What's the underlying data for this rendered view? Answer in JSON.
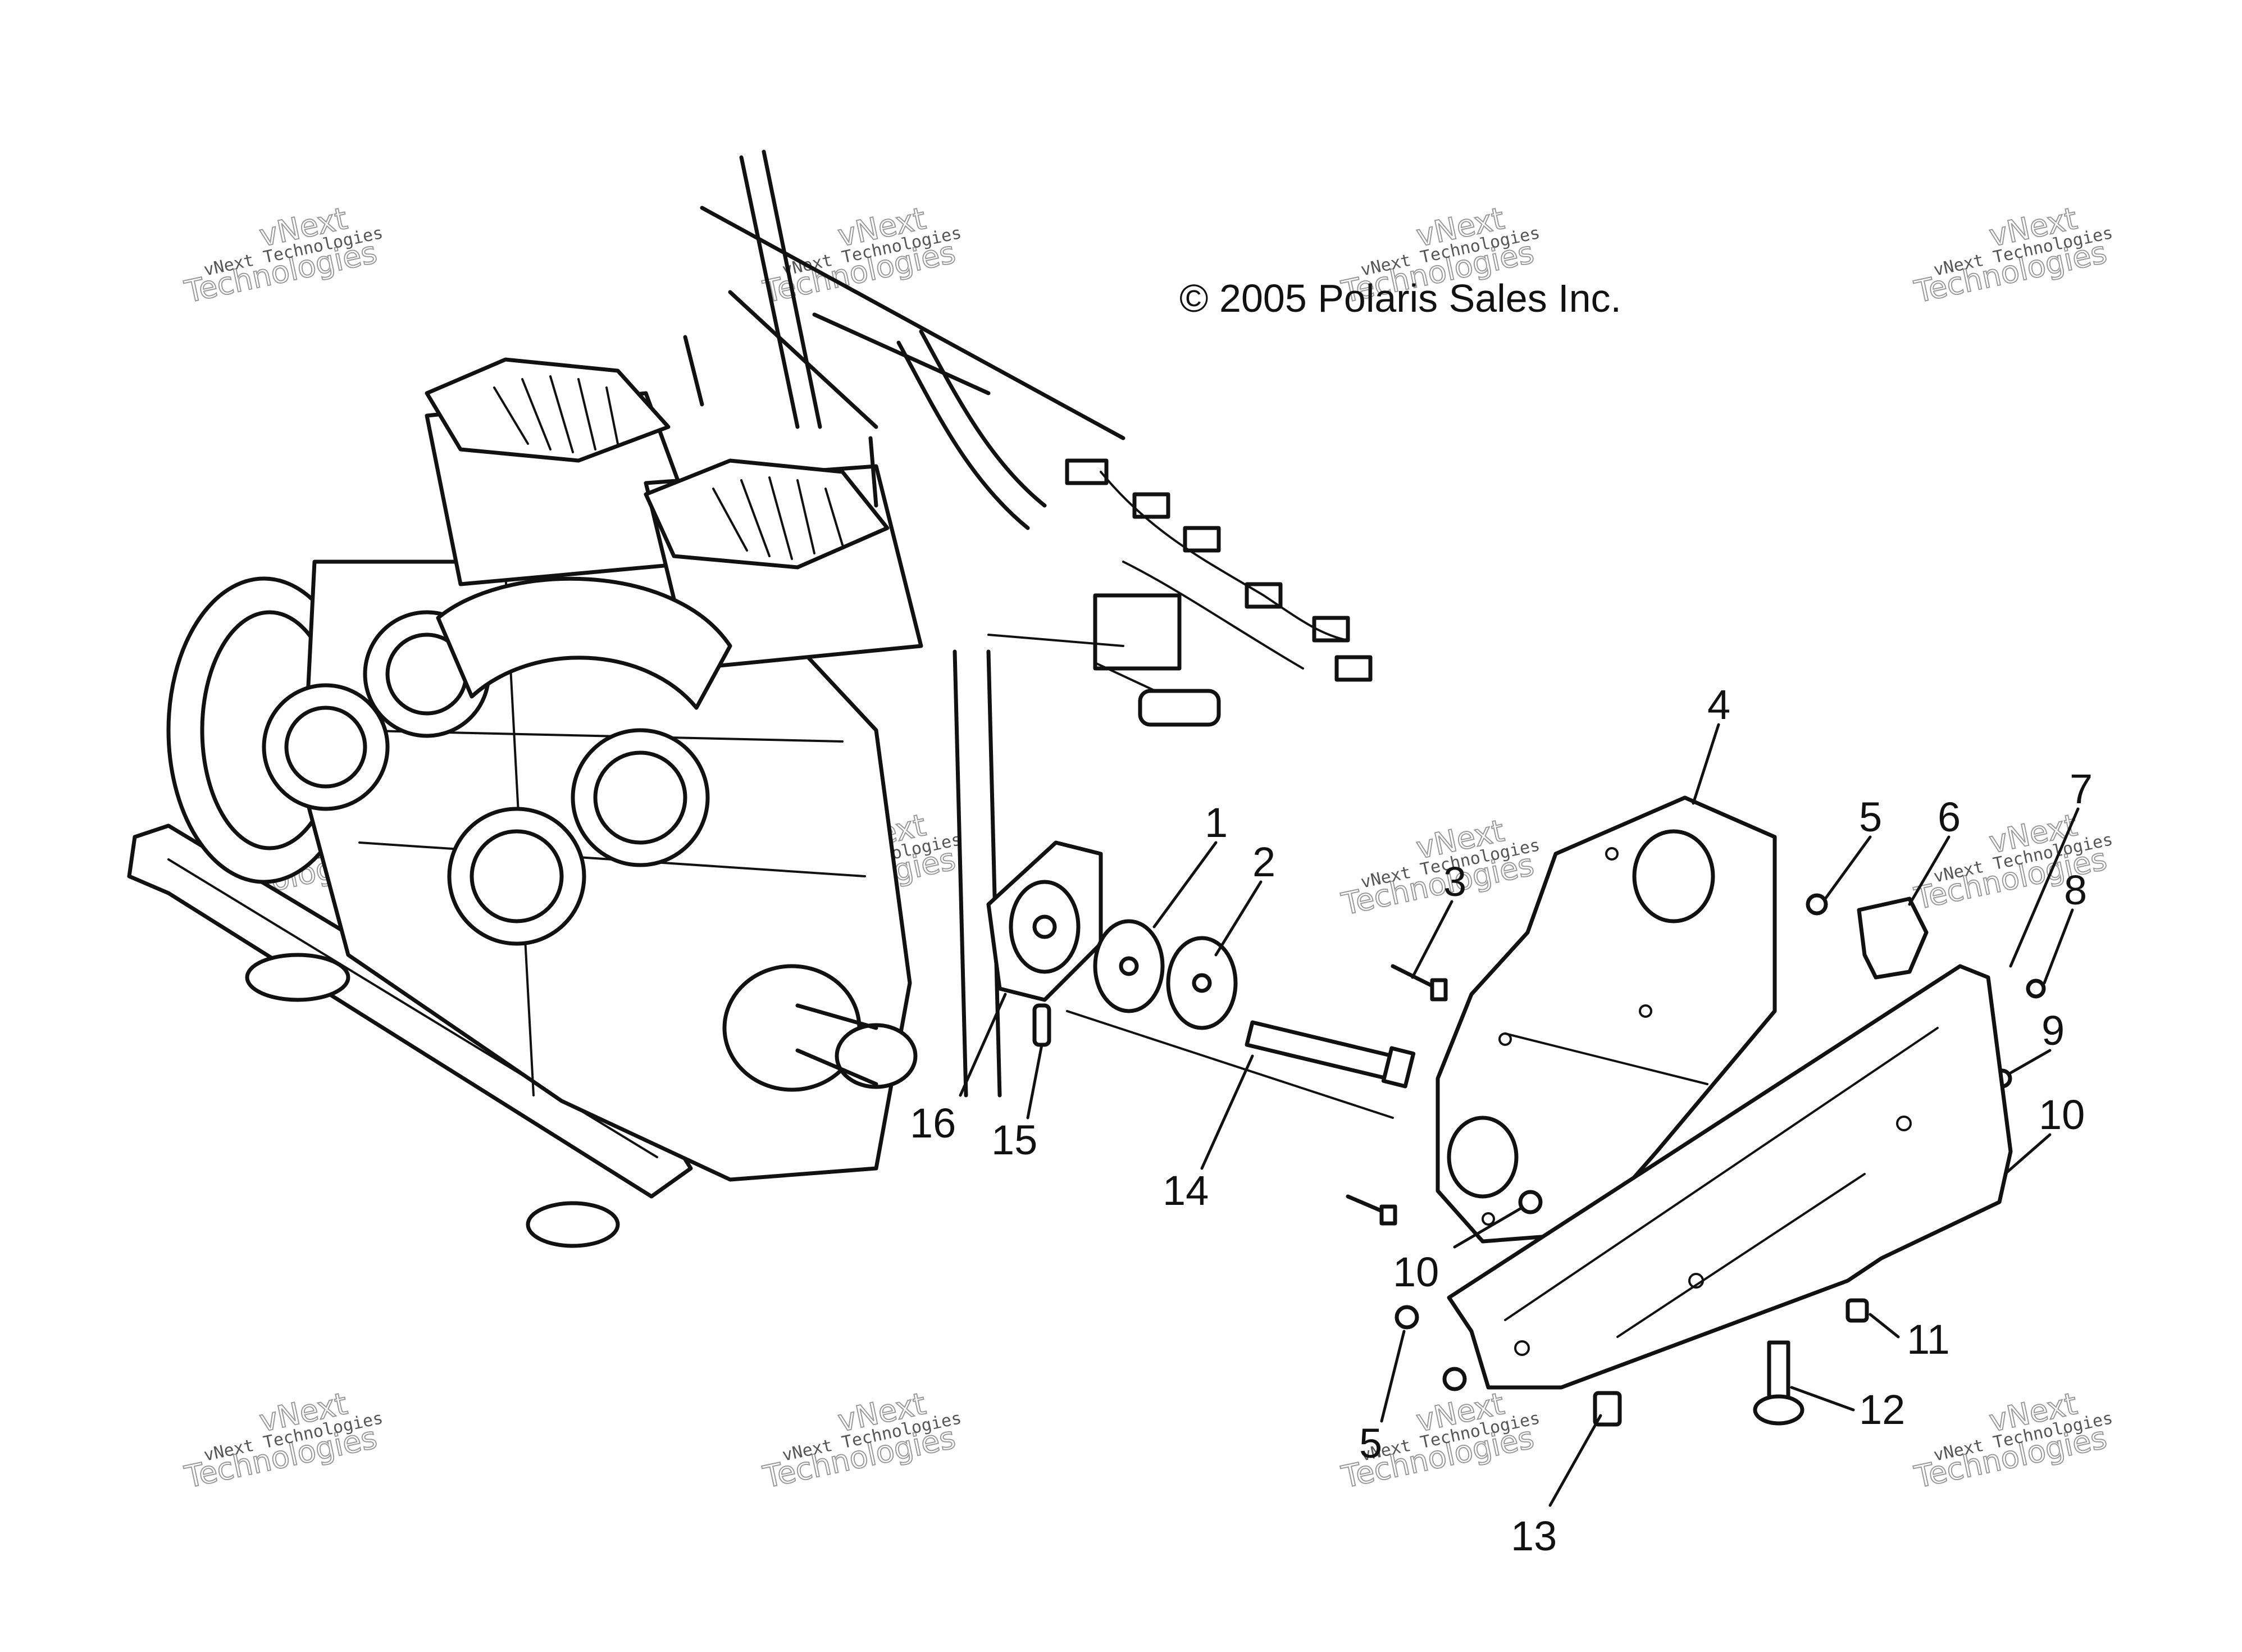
{
  "copyright": "© 2005 Polaris Sales Inc.",
  "watermark": {
    "line1": "vNext Technologies",
    "line2": "vNext",
    "line3": "Technologies"
  },
  "callouts": [
    "1",
    "2",
    "3",
    "4",
    "5",
    "6",
    "7",
    "8",
    "9",
    "10",
    "10",
    "11",
    "12",
    "5",
    "13",
    "14",
    "15",
    "16"
  ],
  "colors": {
    "ink": "#111111",
    "paper": "#ffffff",
    "watermark": "#9a9a9a"
  }
}
